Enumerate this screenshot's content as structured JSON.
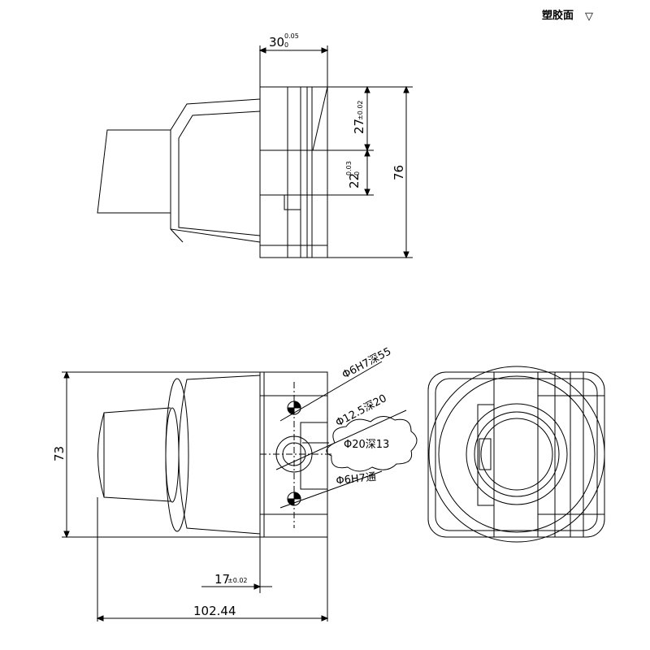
{
  "corner_note": {
    "text": "塑胶面",
    "symbol": "▽"
  },
  "top_view": {
    "dim_width": {
      "value": "30",
      "tol_upper": "0.05",
      "tol_lower": "0"
    },
    "dim_upper": {
      "value": "27",
      "tol": "±0.02"
    },
    "dim_lower": {
      "value": "22",
      "tol_upper": "0.03",
      "tol_lower": "0"
    },
    "dim_height": {
      "value": "76"
    }
  },
  "front_view": {
    "dim_height": {
      "value": "73"
    },
    "dim_offset": {
      "value": "17",
      "tol": "±0.02"
    },
    "dim_length": {
      "value": "102.44"
    },
    "callouts": [
      {
        "text": "Φ6H7深55"
      },
      {
        "text": "Φ12.5深20"
      },
      {
        "text": "Φ20深13"
      },
      {
        "text": "Φ6H7通"
      }
    ]
  },
  "colors": {
    "line": "#000000",
    "background": "#ffffff"
  }
}
